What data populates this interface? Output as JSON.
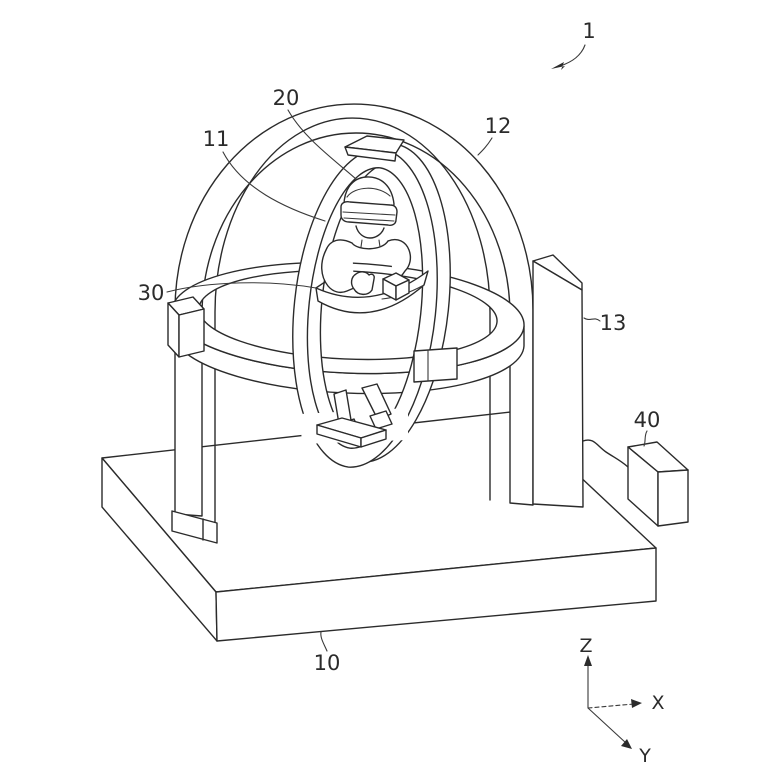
{
  "figure": {
    "description": "patent-style line drawing of a person wearing a head-mounted display seated inside a two-ring gimbal motion simulator on a base platform",
    "reference_labels": [
      {
        "ref": "1"
      },
      {
        "ref": "20"
      },
      {
        "ref": "11"
      },
      {
        "ref": "12"
      },
      {
        "ref": "30"
      },
      {
        "ref": "13"
      },
      {
        "ref": "40"
      },
      {
        "ref": "10"
      }
    ],
    "axis_labels": {
      "z": "Z",
      "x": "X",
      "y": "Y"
    },
    "colors": {
      "line": "#2b2b2b",
      "background": "#ffffff"
    }
  }
}
